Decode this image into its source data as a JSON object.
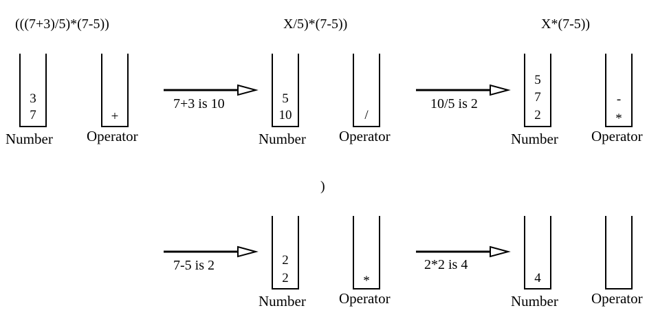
{
  "stages": [
    {
      "expression": "(((7+3)/5)*(7-5))",
      "number_stack": [
        "3",
        "7"
      ],
      "operator_stack": [
        "+"
      ],
      "number_label": "Number",
      "operator_label": "Operator"
    },
    {
      "expression": "X/5)*(7-5))",
      "number_stack": [
        "5",
        "10"
      ],
      "operator_stack": [
        "/"
      ],
      "number_label": "Number",
      "operator_label": "Operator"
    },
    {
      "expression": "X*(7-5))",
      "number_stack": [
        "5",
        "7",
        "2"
      ],
      "operator_stack": [
        "-",
        "*"
      ],
      "number_label": "Number",
      "operator_label": "Operator"
    },
    {
      "expression": ")",
      "number_stack": [
        "2",
        "2"
      ],
      "operator_stack": [
        "*"
      ],
      "number_label": "Number",
      "operator_label": "Operator"
    },
    {
      "expression": "",
      "number_stack": [
        "4"
      ],
      "operator_stack": [],
      "number_label": "Number",
      "operator_label": "Operator"
    }
  ],
  "transitions": [
    {
      "label": "7+3 is 10"
    },
    {
      "label": "10/5 is 2"
    },
    {
      "label": "7-5 is 2"
    },
    {
      "label": "2*2 is 4"
    }
  ]
}
